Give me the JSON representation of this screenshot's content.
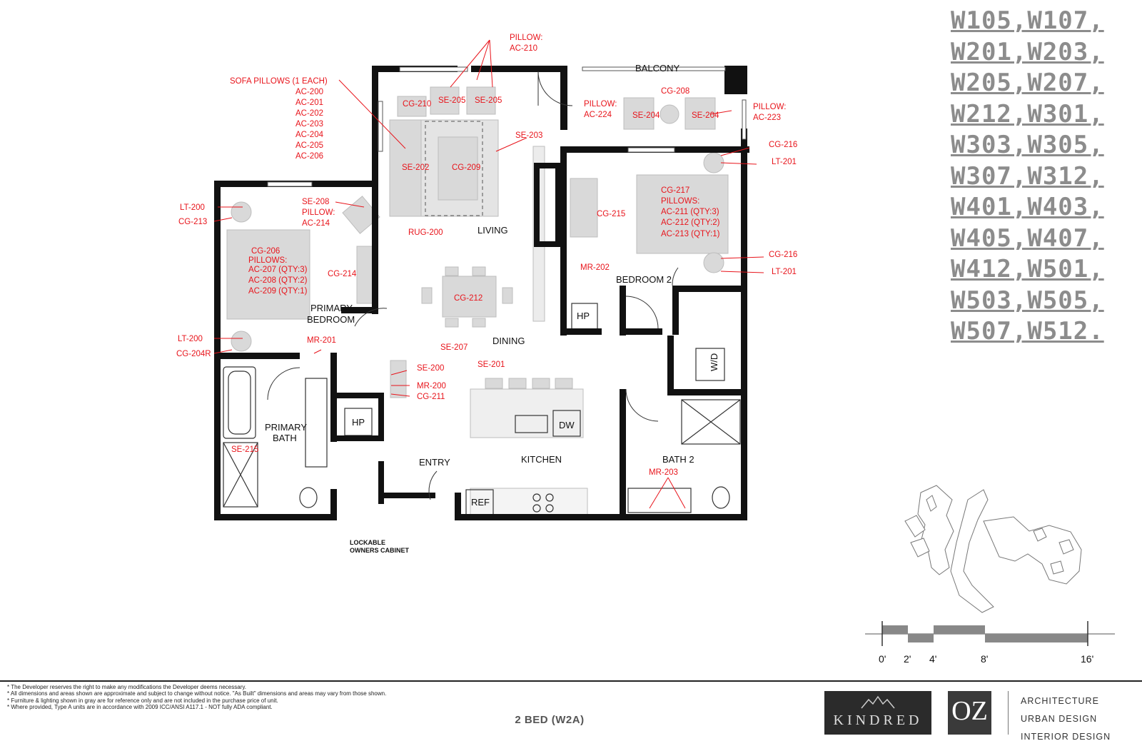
{
  "unit_numbers": [
    "W105,W107,",
    "W201,W203,",
    "W205,W207,",
    "W212,W301,",
    "W303,W305,",
    "W307,W312,",
    "W401,W403,",
    "W405,W407,",
    "W412,W501,",
    "W503,W505,",
    "W507,W512."
  ],
  "rooms": {
    "balcony": "BALCONY",
    "living": "LIVING",
    "dining": "DINING",
    "kitchen": "KITCHEN",
    "entry": "ENTRY",
    "primary_bedroom_1": "PRIMARY",
    "primary_bedroom_2": "BEDROOM",
    "primary_bath_1": "PRIMARY",
    "primary_bath_2": "BATH",
    "bedroom_2": "BEDROOM 2",
    "bath_2": "BATH 2"
  },
  "fixtures": {
    "hp1": "HP",
    "hp2": "HP",
    "wd": "W/D",
    "dw": "DW",
    "ref": "REF"
  },
  "callouts": {
    "pillow_ac210_1": "PILLOW:",
    "pillow_ac210_2": "AC-210",
    "sofa_pillows": "SOFA PILLOWS (1 EACH)",
    "ac200": "AC-200",
    "ac201": "AC-201",
    "ac202": "AC-202",
    "ac203": "AC-203",
    "ac204": "AC-204",
    "ac205": "AC-205",
    "ac206": "AC-206",
    "cg210": "CG-210",
    "se205a": "SE-205",
    "se205b": "SE-205",
    "se203": "SE-203",
    "se202": "SE-202",
    "cg209": "CG-209",
    "rug200": "RUG-200",
    "cg208": "CG-208",
    "pillow_ac224_1": "PILLOW:",
    "pillow_ac224_2": "AC-224",
    "se204a": "SE-204",
    "se204b": "SE-204",
    "pillow_ac223_1": "PILLOW:",
    "pillow_ac223_2": "AC-223",
    "cg216a": "CG-216",
    "lt201a": "LT-201",
    "cg217": "CG-217",
    "pillows_b2": "PILLOWS:",
    "ac211": "AC-211 (QTY:3)",
    "ac212": "AC-212 (QTY:2)",
    "ac213": "AC-213 (QTY:1)",
    "cg215": "CG-215",
    "mr202": "MR-202",
    "cg216b": "CG-216",
    "lt201b": "LT-201",
    "lt200a": "LT-200",
    "cg213": "CG-213",
    "se208": "SE-208",
    "pillow_ac214_1": "PILLOW:",
    "pillow_ac214_2": "AC-214",
    "cg206": "CG-206",
    "pillows_pb": "PILLOWS:",
    "ac207": "AC-207 (QTY:3)",
    "ac208": "AC-208 (QTY:2)",
    "ac209": "AC-209 (QTY:1)",
    "cg214": "CG-214",
    "cg212": "CG-212",
    "se207": "SE-207",
    "lt200b": "LT-200",
    "cg204r": "CG-204R",
    "mr201": "MR-201",
    "se200": "SE-200",
    "mr200": "MR-200",
    "cg211": "CG-211",
    "se201": "SE-201",
    "se215": "SE-215",
    "mr203": "MR-203"
  },
  "lockable_1": "LOCKABLE",
  "lockable_2": "OWNERS CABINET",
  "scale": {
    "labels": [
      "0'",
      "2'",
      "4'",
      "8'",
      "16'"
    ]
  },
  "notes": [
    "* The Developer reserves the right to make any modifications the Developer deems necessary.",
    "* All dimensions and areas shown are approximate and subject to change without notice. \"As Built\" dimensions and areas may vary from those shown.",
    "* Furniture & lighting shown in gray are for reference only and are not included in the purchase price of unit.",
    "* Where provided, Type A units are in accordance with 2009 ICC/ANSI A117.1 - NOT fully ADA compliant."
  ],
  "plan_code": "2 BED (W2A)",
  "logos": {
    "kindred": "KINDRED",
    "oz": "OZ"
  },
  "firm": [
    "ARCHITECTURE",
    "URBAN DESIGN",
    "INTERIOR DESIGN"
  ],
  "colors": {
    "callout": "#e8141b",
    "wall": "#111111",
    "furniture": "#d9d9d9",
    "units": "#8c8c8c"
  }
}
